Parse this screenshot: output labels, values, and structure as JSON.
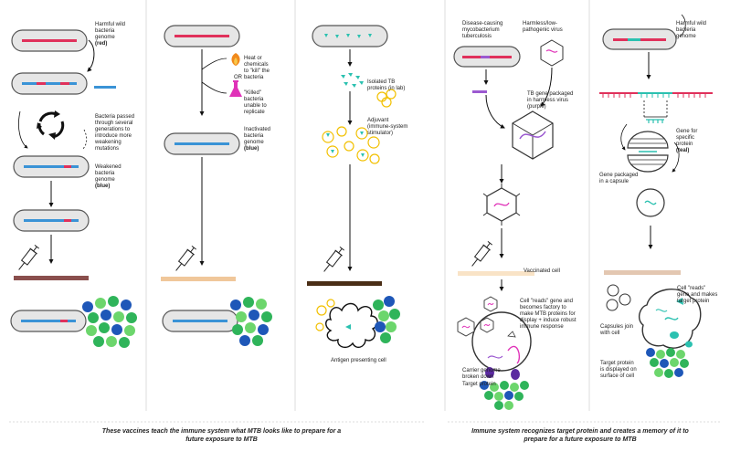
{
  "colors": {
    "wild": "#e0315b",
    "weak": "#3a93d6",
    "inact": "#3a93d6",
    "teal": "#2bc1b0",
    "purple": "#9b59d0",
    "magenta": "#e032b8",
    "yellow": "#f2c000",
    "dark_blue": "#1e57b8",
    "light_green": "#6cd66c",
    "green": "#2fb45a",
    "capsule_fill": "#e6e6e6",
    "capsule_stroke": "#555555",
    "brown": "#8a4f4d",
    "tan": "#f0c79a",
    "dark_brown": "#4a2e16",
    "pale_peach": "#f9e3c6",
    "beige": "#e3c7b1",
    "divider": "#dcdcdc"
  },
  "panel1": {
    "harmful_line1": "Harmful wild",
    "harmful_line2": "bacteria",
    "harmful_line3": "genome",
    "harmful_line4": "(red)",
    "passed_line1": "Bacteria passed",
    "passed_line2": "through several",
    "passed_line3": "generations to",
    "passed_line4": "introduce more",
    "passed_line5": "weakening",
    "passed_line6": "mutations",
    "weakened_line1": "Weakened",
    "weakened_line2": "bacteria",
    "weakened_line3": "genome",
    "weakened_line4": "(blue)"
  },
  "panel2": {
    "heat_line1": "Heat or",
    "heat_line2": "chemicals",
    "heat_line3": "to \"kill\" the",
    "heat_line4": "bacteria",
    "or": "OR",
    "killed_line1": "\"Killed\"",
    "killed_line2": "bacteria",
    "killed_line3": "unable to",
    "killed_line4": "replicate",
    "inact_line1": "Inactivated",
    "inact_line2": "bacteria",
    "inact_line3": "genome",
    "inact_line4": "(blue)"
  },
  "panel3": {
    "isolated_line1": "Isolated TB",
    "isolated_line2": "proteins (in lab)",
    "adj_line1": "Adjuvant",
    "adj_line2": "(immune-system",
    "adj_line3": "stimulator)",
    "apc": "Antigen presenting cell"
  },
  "panel4": {
    "disease_line1": "Disease-causing",
    "disease_line2": "mycobacterium",
    "disease_line3": "tuberculosis",
    "harmless_line1": "Harmless/low-",
    "harmless_line2": "pathogenic virus",
    "tbgene_line1": "TB gene packaged",
    "tbgene_line2": "in harmless virus",
    "tbgene_line3": "(purple)",
    "vaccinated": "Vaccinated cell",
    "reads_line1": "Cell \"reads\" gene and",
    "reads_line2": "becomes factory to",
    "reads_line3": "make MTB proteins for",
    "reads_line4": "display + induce robust",
    "reads_line5": "immune response",
    "carrier_line1": "Carrier genome",
    "carrier_line2": "broken down",
    "target": "Target protein"
  },
  "panel5": {
    "harmful_line1": "Harmful wild",
    "harmful_line2": "bacteria",
    "harmful_line3": "genome",
    "gene_line1": "Gene for",
    "gene_line2": "specific",
    "gene_line3": "protein",
    "gene_line4": "(teal)",
    "packaged_line1": "Gene packaged",
    "packaged_line2": "in a capsule",
    "capsules_line1": "Capsules join",
    "capsules_line2": "with cell",
    "reads_line1": "Cell \"reads\"",
    "reads_line2": "gene and makes",
    "reads_line3": "target protein",
    "display_line1": "Target protein",
    "display_line2": "is displayed on",
    "display_line3": "surface of cell"
  },
  "captions": {
    "left_line1": "These vaccines teach the immune system what MTB looks like to prepare for a",
    "left_line2": "future exposure to MTB",
    "right_line1": "Immune system recognizes target protein and creates a memory of it to",
    "right_line2": "prepare for a future exposure to MTB"
  }
}
